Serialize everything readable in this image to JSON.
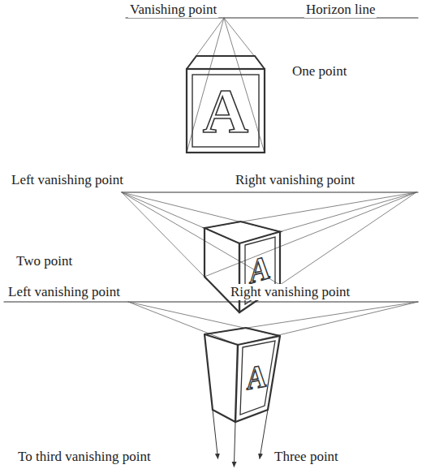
{
  "diagram": {
    "labels": [
      "Vanishing point",
      "Horizon line",
      "One point",
      "A",
      "Left vanishing point",
      "Right vanishing point",
      "Two point",
      "A",
      "Left vanishing point",
      "Right vanishing point",
      "A",
      "To third vanishing point",
      "Three point"
    ]
  }
}
